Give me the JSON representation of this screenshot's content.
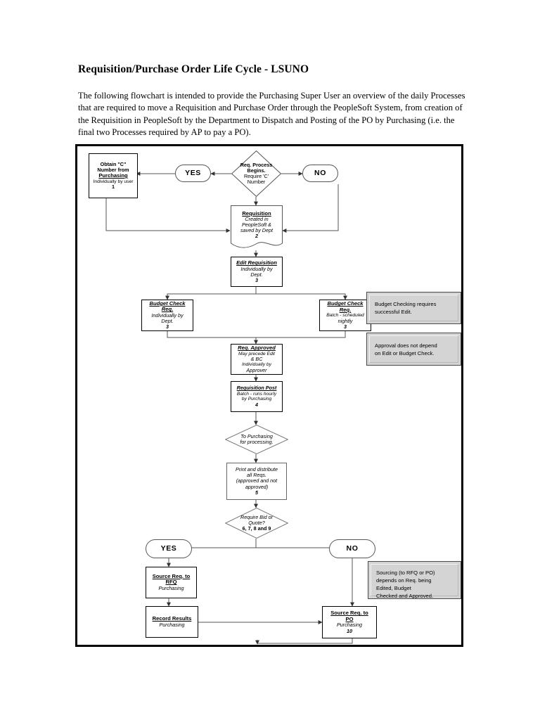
{
  "document": {
    "title": "Requisition/Purchase Order Life Cycle - LSUNO",
    "intro": "The following flowchart is intended to provide the Purchasing Super User an overview of the daily Processes that are required to move a Requisition and Purchase Order through the PeopleSoft System, from creation of the Requisition in PeopleSoft by the Department to Dispatch and Posting of the PO by Purchasing (i.e. the final two Processes required by AP to pay a PO)."
  },
  "flowchart": {
    "nodes": {
      "obtain_c_number": {
        "line1": "Obtain \"C\"",
        "line2": "Number from",
        "line3": "Purchasing",
        "line4": "Individually by user",
        "line5": "1"
      },
      "yes_top": {
        "label": "YES"
      },
      "no_top": {
        "label": "NO"
      },
      "req_process_begins": {
        "line1": "Req. Process",
        "line2": "Begins.",
        "line3": "Require 'C'",
        "line4": "Number"
      },
      "requisition": {
        "line1": "Requisition",
        "line2": "Created in",
        "line3": "PeopleSoft &",
        "line4": "saved by Dept",
        "line5": "2"
      },
      "edit_requisition": {
        "line1": "Edit Requisition",
        "line2": "Individually by",
        "line3": "Dept.",
        "line4": "3"
      },
      "budget_check_left": {
        "line1": "Budget Check",
        "line2": "Req.",
        "line3": "Individually by",
        "line4": "Dept.",
        "line5": "3"
      },
      "budget_check_right": {
        "line1": "Budget Check",
        "line2": "Req.",
        "line3": "Batch - scheduled",
        "line4": "nightly",
        "line5": "3"
      },
      "req_approved": {
        "line1": "Req. Approved",
        "line2": "May precede Edit",
        "line3": "& BC",
        "line4": "Individually by",
        "line5": "Approver"
      },
      "requisition_post": {
        "line1": "Requisition Post",
        "line2": "Batch - runs hourly",
        "line3": "by Purchasing",
        "line4": "4"
      },
      "to_purchasing": {
        "line1": "To Purchasing",
        "line2": "for processing."
      },
      "print_distribute": {
        "line1": "Print and distribute",
        "line2": "all Reqs.",
        "line3": "(approved and not",
        "line4": "approved)",
        "line5": "5"
      },
      "require_bid_quote": {
        "line1": "Require Bid or",
        "line2": "Quote?",
        "line3": "6, 7, 8 and 9"
      },
      "yes_bottom": {
        "label": "YES"
      },
      "no_bottom": {
        "label": "NO"
      },
      "source_req_rfq": {
        "line1": "Source Req. to",
        "line2": "RFQ",
        "line3": "Purchasing"
      },
      "record_results": {
        "line1": "Record Results",
        "line2": "Purchasing"
      },
      "source_req_po": {
        "line1": "Source Req. to",
        "line2": "PO",
        "line3": "Purchasing",
        "line4": "10"
      }
    },
    "notes": {
      "budget_note": {
        "line1": "Budget Checking requires",
        "line2": "successful Edit."
      },
      "approval_note": {
        "line1": "Approval  does not  depend",
        "line2": "on Edit or Budget Check."
      },
      "sourcing_note": {
        "line1": "Sourcing (to RFQ or PO)",
        "line2": "depends on  Req. being",
        "line3": "Edited, Budget",
        "line4": "Checked and Approved."
      }
    },
    "colors": {
      "frame": "#000000",
      "node_border": "#000000",
      "pill_border": "#555555",
      "note_fill": "#d4d4d4",
      "connector": "#555555"
    }
  }
}
